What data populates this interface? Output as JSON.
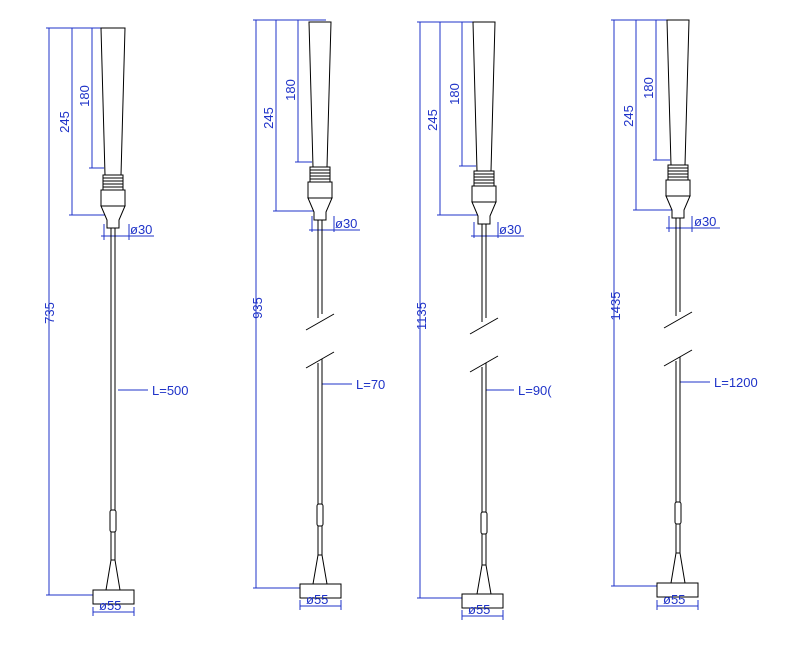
{
  "colors": {
    "object": "#000000",
    "dimension": "#1f33c8",
    "background": "#ffffff"
  },
  "drawings": [
    {
      "total": "735",
      "top_a": "245",
      "top_b": "180",
      "neck": "ø30",
      "length": "L=500",
      "base": "ø55",
      "broken": false
    },
    {
      "total": "935",
      "top_a": "245",
      "top_b": "180",
      "neck": "ø30",
      "length": "L=70",
      "base": "ø55",
      "broken": true
    },
    {
      "total": "1135",
      "top_a": "245",
      "top_b": "180",
      "neck": "ø30",
      "length": "L=90(",
      "base": "ø55",
      "broken": true
    },
    {
      "total": "1435",
      "top_a": "245",
      "top_b": "180",
      "neck": "ø30",
      "length": "L=1200",
      "base": "ø55",
      "broken": true
    }
  ]
}
